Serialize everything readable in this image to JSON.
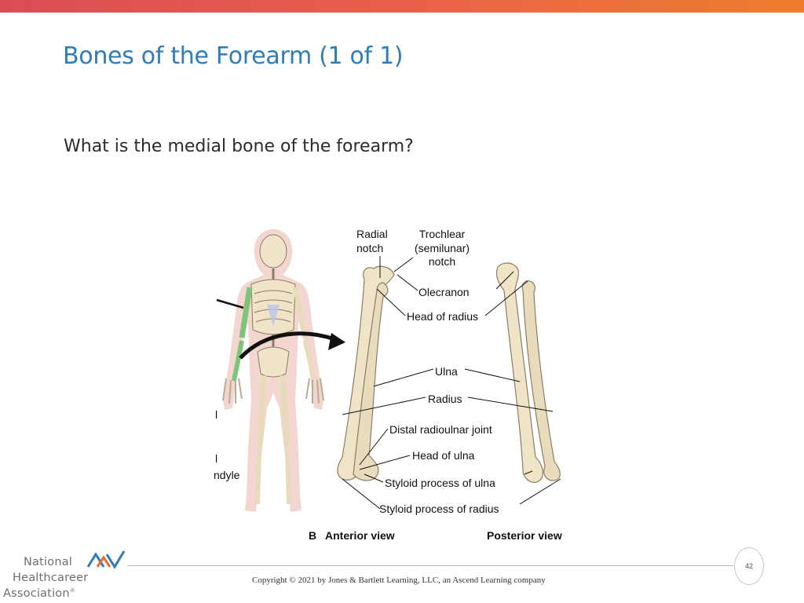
{
  "slide": {
    "title": "Bones of the Forearm (1 of 1)",
    "question": "What is the medial bone of the forearm?",
    "page_number": "42",
    "copyright": "Copyright © 2021 by Jones & Bartlett Learning, LLC, an Ascend Learning company"
  },
  "figure": {
    "labels": {
      "radial_notch": "Radial\nnotch",
      "trochlear_notch": "Trochlear\n(semilunar)\nnotch",
      "olecranon": "Olecranon",
      "head_of_radius": "Head of radius",
      "ulna": "Ulna",
      "radius": "Radius",
      "distal_radioulnar_joint": "Distal radioulnar joint",
      "head_of_ulna": "Head of ulna",
      "styloid_process_of_ulna": "Styloid process of ulna",
      "styloid_process_of_radius": "Styloid process of radius"
    },
    "panel_letter": "B",
    "anterior_view": "Anterior view",
    "posterior_view": "Posterior view",
    "cut_text_1": "l",
    "cut_text_2": "l",
    "cut_text_3": "ndyle"
  },
  "logo": {
    "line1": "National",
    "line2": "Healthcareer",
    "line3": "Association",
    "registered": "®",
    "colors": {
      "blue": "#2e7cb8",
      "orange": "#e8702a"
    }
  },
  "colors": {
    "title": "#2e7cb8",
    "accent_bar_start": "#d94d54",
    "accent_bar_end": "#f07d2d",
    "bone": "#efe4c8",
    "highlight_bone": "#7fc47a",
    "body_silhouette": "#f2cfc8"
  }
}
